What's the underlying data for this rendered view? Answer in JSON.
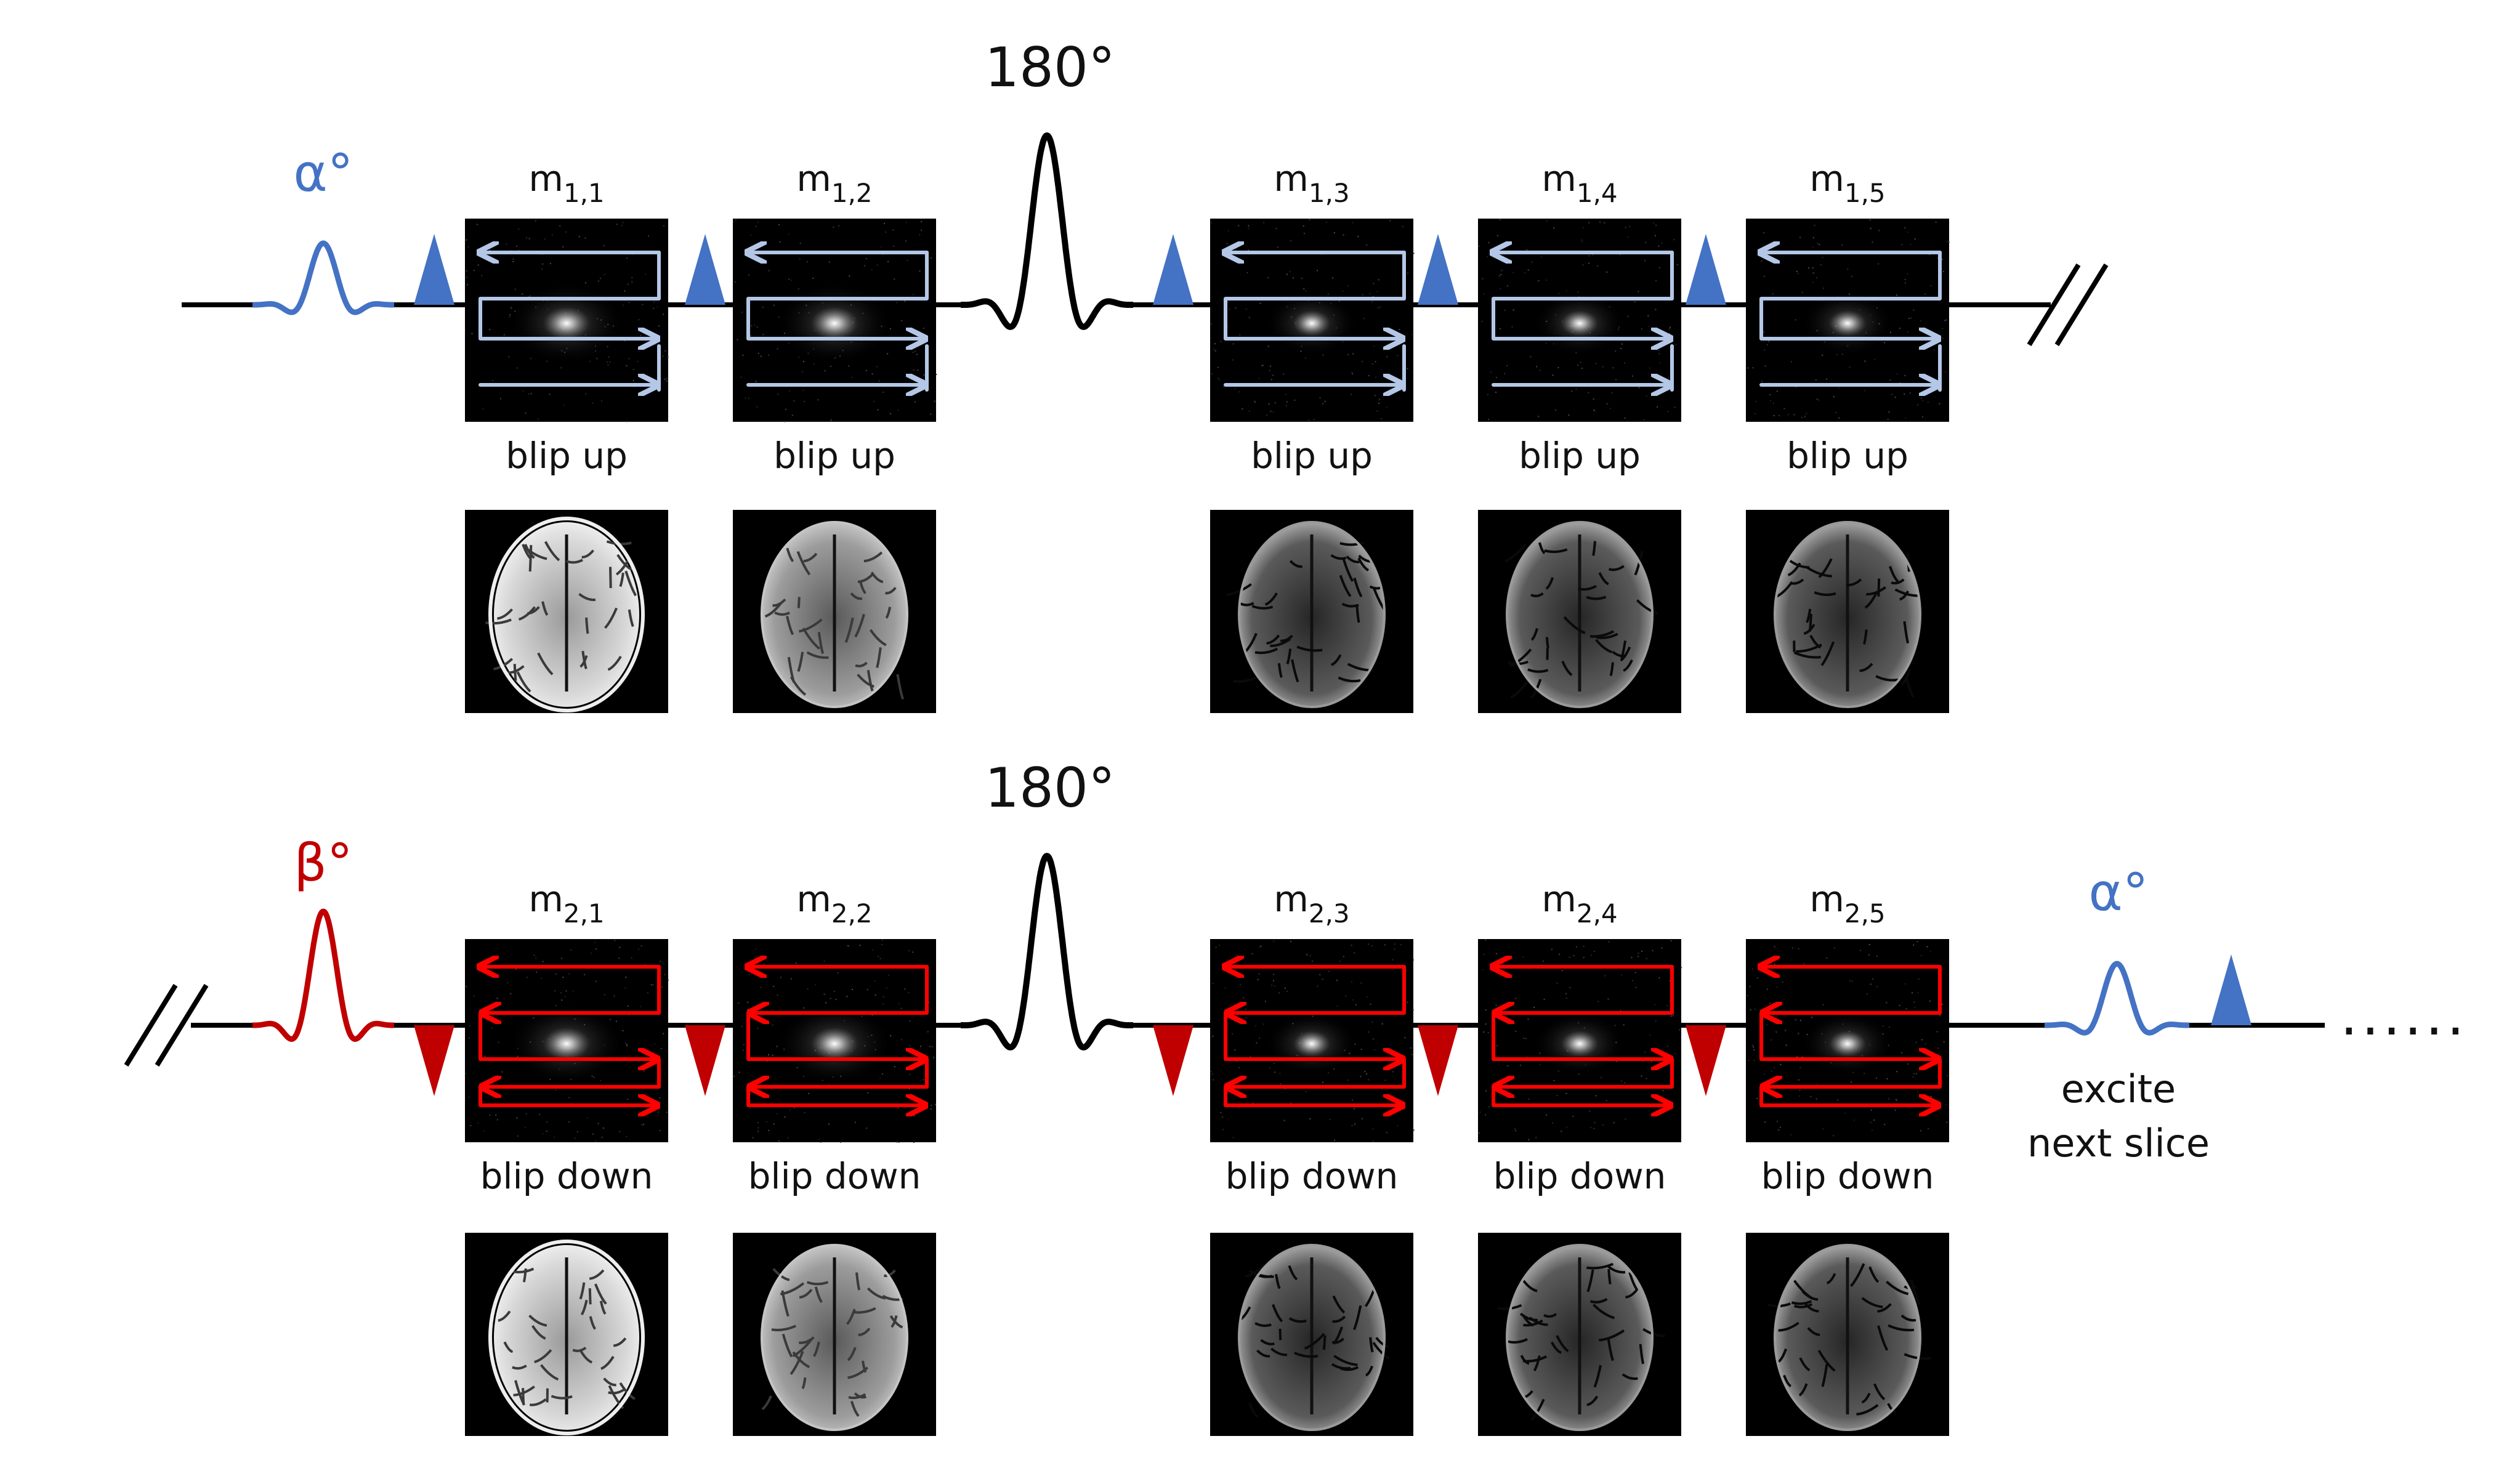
{
  "colors": {
    "line": "#000000",
    "blue": "#4472C4",
    "red": "#C00000",
    "blue_arrow": "#B4C7E7",
    "red_arrow": "#FF0000",
    "panel": "#000000"
  },
  "rows": [
    {
      "id": "row1",
      "excitation_label": "α°",
      "excitation_color": "#4472C4",
      "refocus_label": "180°",
      "blip": "up",
      "arrow_color": "#B4C7E7",
      "panels": [
        {
          "m": "m",
          "sub": "1,1",
          "caption": "blip up",
          "brain": "bright"
        },
        {
          "m": "m",
          "sub": "1,2",
          "caption": "blip up",
          "brain": "medium"
        },
        {
          "m": "m",
          "sub": "1,3",
          "caption": "blip up",
          "brain": "dim"
        },
        {
          "m": "m",
          "sub": "1,4",
          "caption": "blip up",
          "brain": "dim"
        },
        {
          "m": "m",
          "sub": "1,5",
          "caption": "blip up",
          "brain": "dim"
        }
      ],
      "trailing": "//"
    },
    {
      "id": "row2",
      "leading": "//",
      "excitation_label": "β°",
      "excitation_color": "#C00000",
      "refocus_label": "180°",
      "blip": "down",
      "arrow_color": "#FF0000",
      "panels": [
        {
          "m": "m",
          "sub": "2,1",
          "caption": "blip down",
          "brain": "bright"
        },
        {
          "m": "m",
          "sub": "2,2",
          "caption": "blip down",
          "brain": "medium"
        },
        {
          "m": "m",
          "sub": "2,3",
          "caption": "blip down",
          "brain": "dim"
        },
        {
          "m": "m",
          "sub": "2,4",
          "caption": "blip down",
          "brain": "dim"
        },
        {
          "m": "m",
          "sub": "2,5",
          "caption": "blip down",
          "brain": "dim"
        }
      ],
      "next_excitation_label": "α°",
      "next_caption_line1": "excite",
      "next_caption_line2": "next slice",
      "ellipsis": "......"
    }
  ]
}
